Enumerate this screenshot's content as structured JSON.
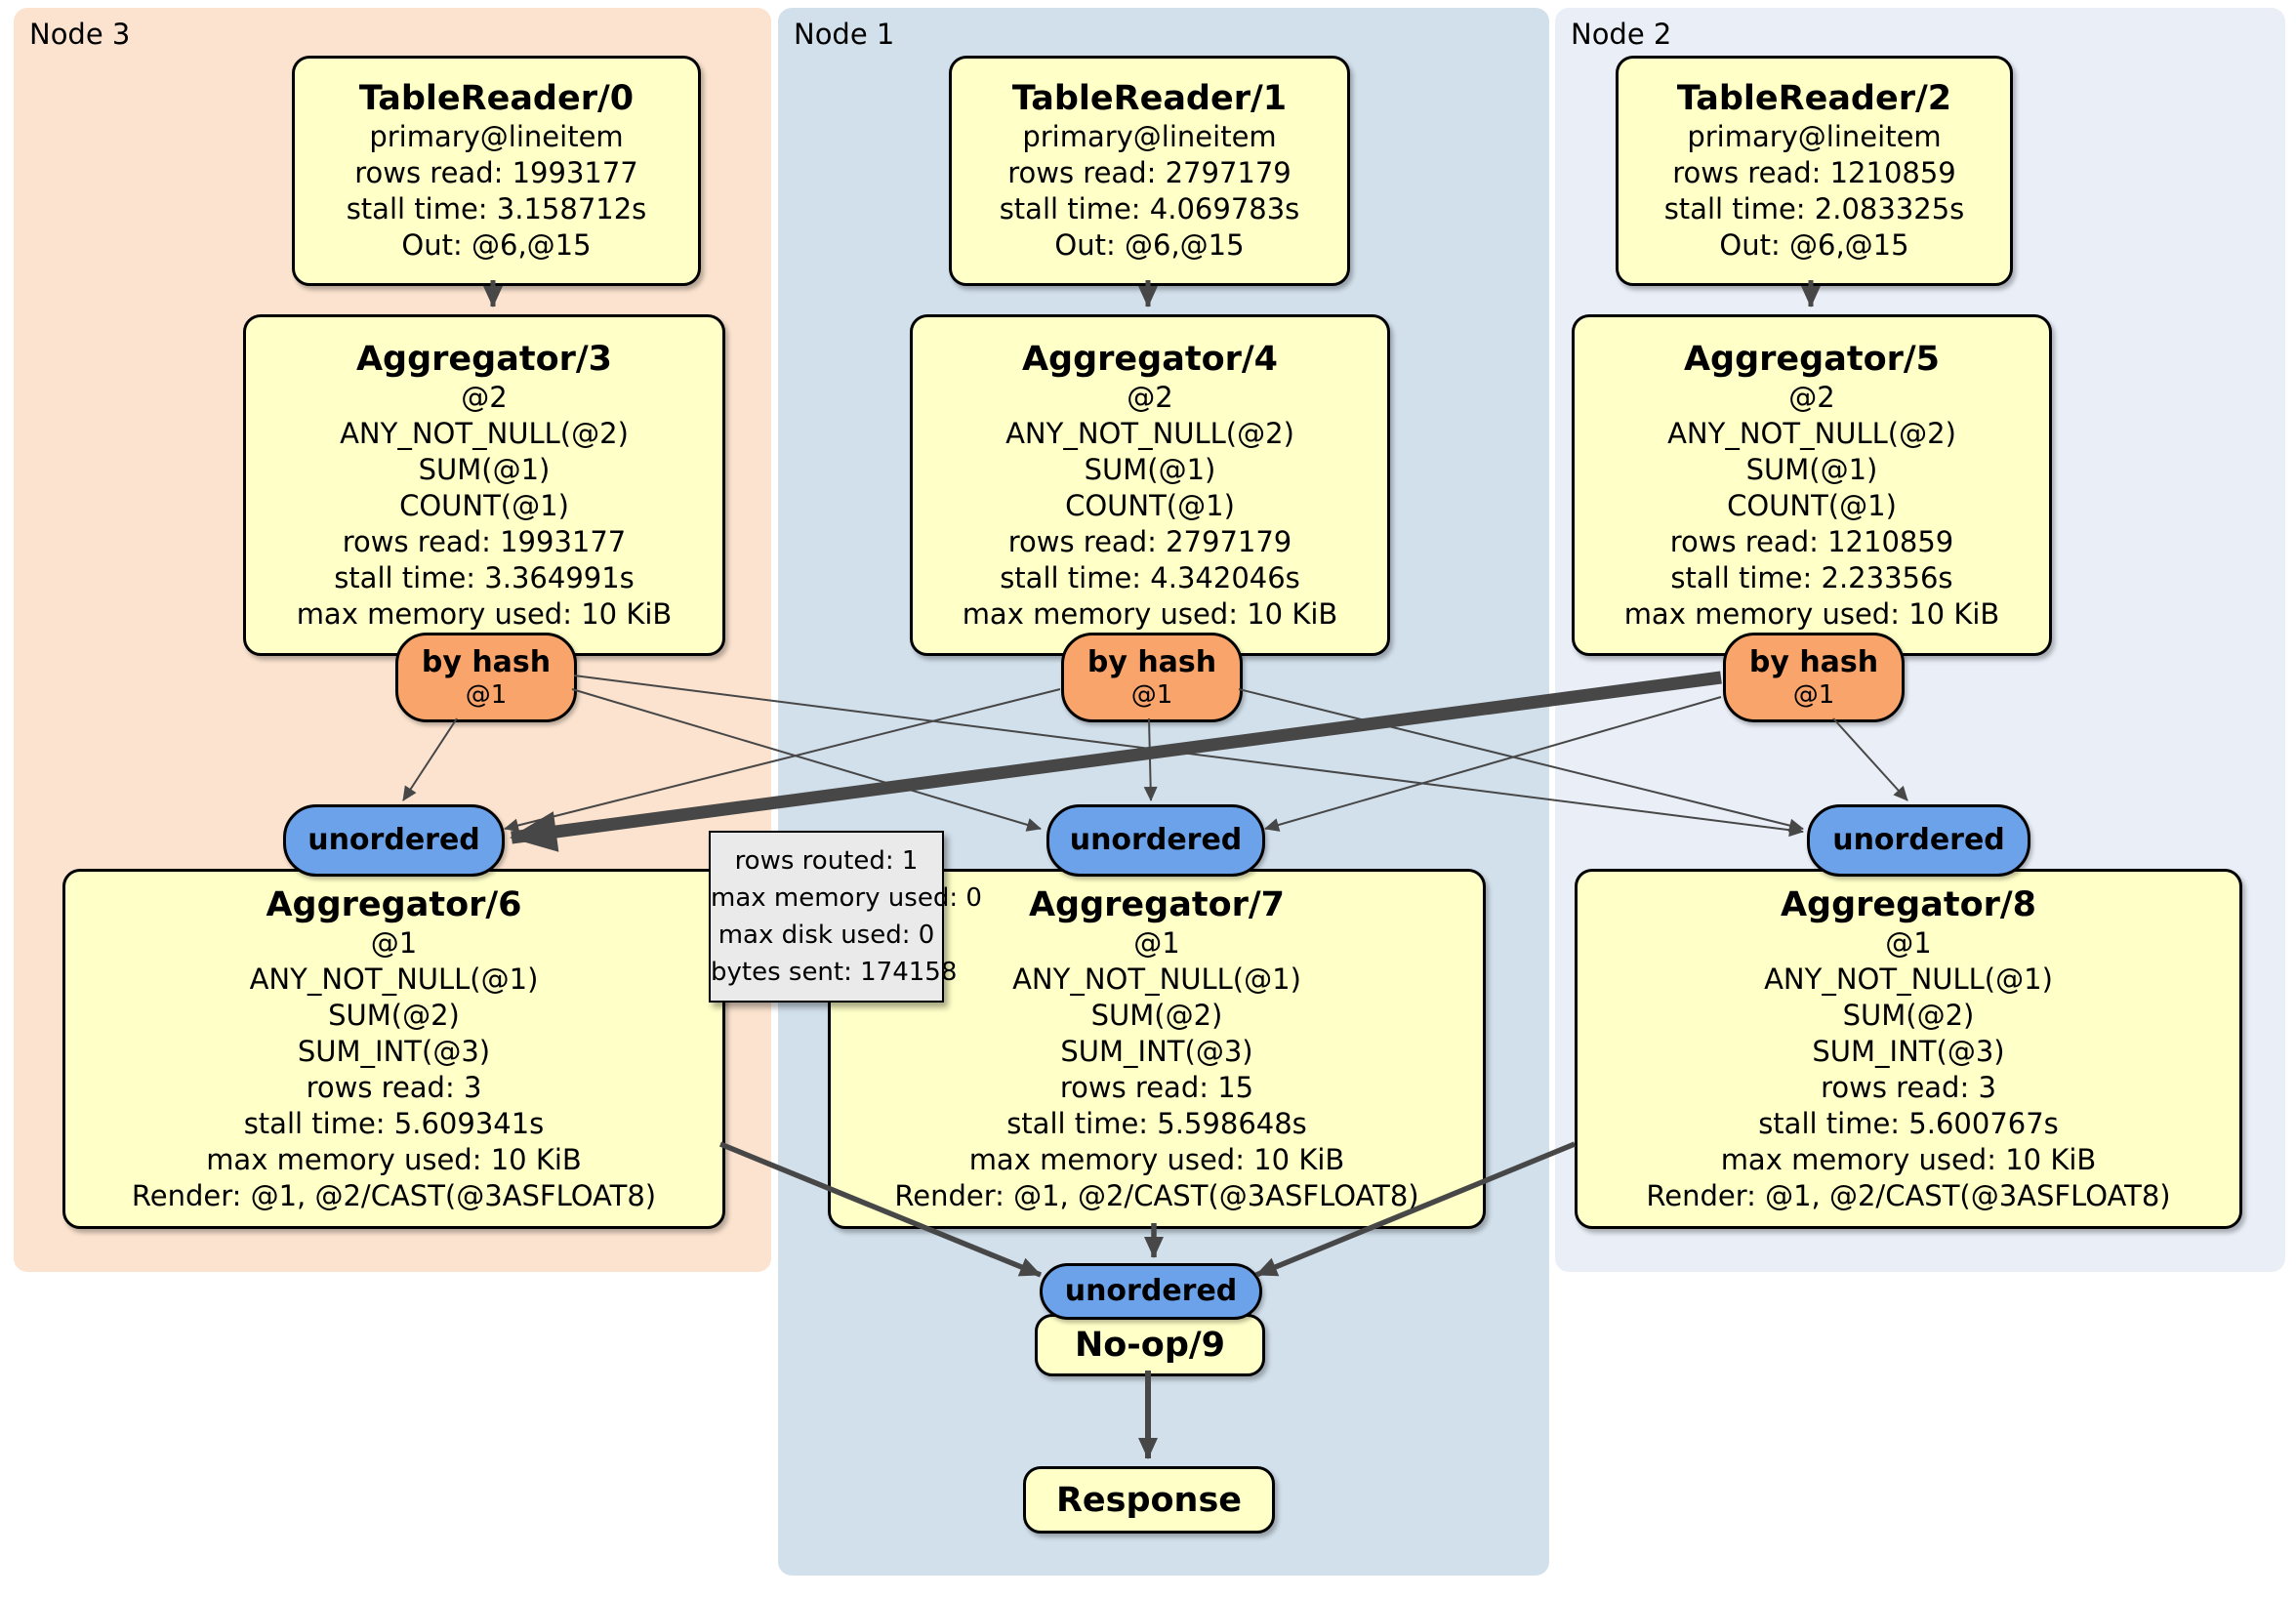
{
  "panels": [
    {
      "label": "Node 3"
    },
    {
      "label": "Node 1"
    },
    {
      "label": "Node 2"
    }
  ],
  "processors": {
    "tr0": {
      "title": "TableReader/0",
      "lines": [
        "primary@lineitem",
        "rows read: 1993177",
        "stall time: 3.158712s",
        "Out: @6,@15"
      ]
    },
    "tr1": {
      "title": "TableReader/1",
      "lines": [
        "primary@lineitem",
        "rows read: 2797179",
        "stall time: 4.069783s",
        "Out: @6,@15"
      ]
    },
    "tr2": {
      "title": "TableReader/2",
      "lines": [
        "primary@lineitem",
        "rows read: 1210859",
        "stall time: 2.083325s",
        "Out: @6,@15"
      ]
    },
    "agg3": {
      "title": "Aggregator/3",
      "lines": [
        "@2",
        "ANY_NOT_NULL(@2)",
        "SUM(@1)",
        "COUNT(@1)",
        "rows read: 1993177",
        "stall time: 3.364991s",
        "max memory used: 10 KiB"
      ]
    },
    "agg4": {
      "title": "Aggregator/4",
      "lines": [
        "@2",
        "ANY_NOT_NULL(@2)",
        "SUM(@1)",
        "COUNT(@1)",
        "rows read: 2797179",
        "stall time: 4.342046s",
        "max memory used: 10 KiB"
      ]
    },
    "agg5": {
      "title": "Aggregator/5",
      "lines": [
        "@2",
        "ANY_NOT_NULL(@2)",
        "SUM(@1)",
        "COUNT(@1)",
        "rows read: 1210859",
        "stall time: 2.23356s",
        "max memory used: 10 KiB"
      ]
    },
    "agg6": {
      "title": "Aggregator/6",
      "lines": [
        "@1",
        "ANY_NOT_NULL(@1)",
        "SUM(@2)",
        "SUM_INT(@3)",
        "rows read: 3",
        "stall time: 5.609341s",
        "max memory used: 10 KiB",
        "Render: @1, @2/CAST(@3ASFLOAT8)"
      ]
    },
    "agg7": {
      "title": "Aggregator/7",
      "lines": [
        "@1",
        "ANY_NOT_NULL(@1)",
        "SUM(@2)",
        "SUM_INT(@3)",
        "rows read: 15",
        "stall time: 5.598648s",
        "max memory used: 10 KiB",
        "Render: @1, @2/CAST(@3ASFLOAT8)"
      ]
    },
    "agg8": {
      "title": "Aggregator/8",
      "lines": [
        "@1",
        "ANY_NOT_NULL(@1)",
        "SUM(@2)",
        "SUM_INT(@3)",
        "rows read: 3",
        "stall time: 5.600767s",
        "max memory used: 10 KiB",
        "Render: @1, @2/CAST(@3ASFLOAT8)"
      ]
    },
    "noop": {
      "title": "No-op/9"
    },
    "response": {
      "title": "Response"
    }
  },
  "router": {
    "label": "by hash",
    "sub": "@1"
  },
  "sync": {
    "label": "unordered"
  },
  "tooltip": {
    "lines": [
      "rows routed: 1",
      "max memory used: 0",
      "max disk used: 0",
      "bytes sent: 174158"
    ]
  },
  "colors": {
    "panel_node3": "#fbe3cf",
    "panel_node1": "#d2e0ec",
    "panel_node2": "#e9eef7",
    "processor_fill": "#ffffc8",
    "router_fill": "#f9a46b",
    "sync_fill": "#6ba2ea",
    "edge": "#474747",
    "tooltip_bg": "#eaeaea"
  }
}
